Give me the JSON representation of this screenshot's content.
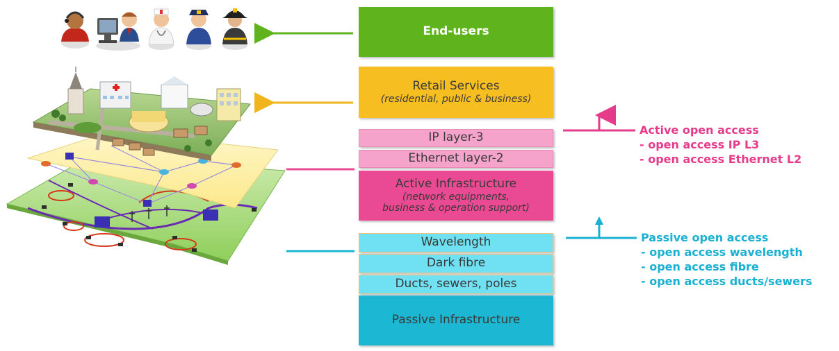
{
  "colors": {
    "end_users": "#5fb31c",
    "retail": "#f7be22",
    "active_light": "#f6a3cc",
    "active": "#ea4a93",
    "passive_light": "#6fe1f2",
    "passive": "#1bb7d3",
    "arrow_green": "#5fb31c",
    "arrow_yellow": "#f0b41c",
    "active_text": "#e63b8a",
    "passive_text": "#1ab0d3"
  },
  "layers": {
    "end_users": {
      "label": "End-users"
    },
    "retail": {
      "label": "Retail Services",
      "sub": "(residential, public & business)"
    },
    "ip": {
      "label": "IP layer-3"
    },
    "ethernet": {
      "label": "Ethernet layer-2"
    },
    "active_infra": {
      "label": "Active Infrastructure",
      "sub1": "(network equipments,",
      "sub2": "business & operation support)"
    },
    "wavelength": {
      "label": "Wavelength"
    },
    "dark_fibre": {
      "label": "Dark fibre"
    },
    "ducts": {
      "label": "Ducts, sewers, poles"
    },
    "passive_infra": {
      "label": "Passive Infrastructure"
    }
  },
  "annotations": {
    "active": {
      "title": "Active open access",
      "items": [
        "- open access IP L3",
        "- open access Ethernet L2"
      ]
    },
    "passive": {
      "title": "Passive open access",
      "items": [
        "- open access wavelength",
        "- open access fibre",
        "- open access ducts/sewers"
      ]
    }
  },
  "icons": [
    "end-users-group-icon",
    "city-layer-icon",
    "active-network-layer-icon",
    "passive-network-layer-icon"
  ]
}
